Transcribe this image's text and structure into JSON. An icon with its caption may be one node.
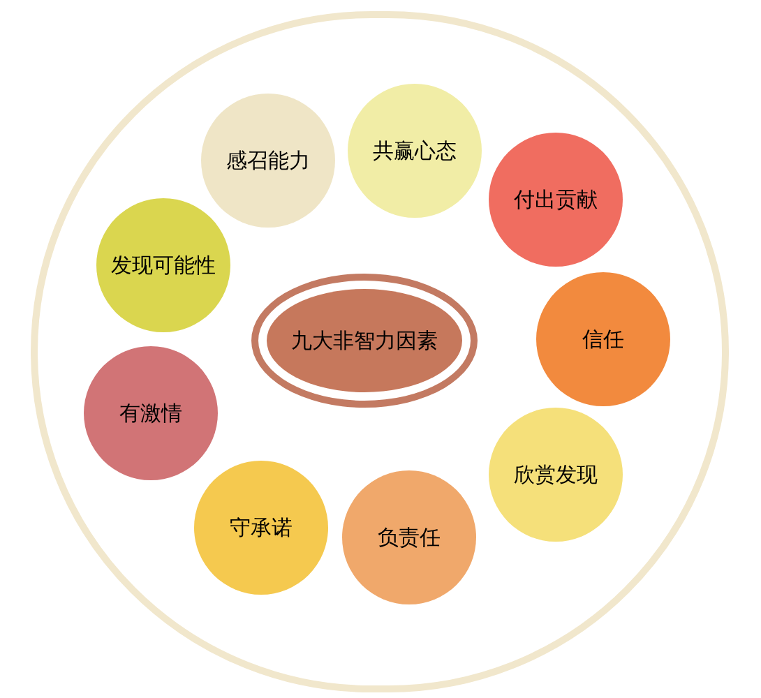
{
  "diagram": {
    "nodes": [
      {
        "text": [
          "九大非智力因素"
        ]
      },
      {
        "text": [
          "感召能力"
        ]
      },
      {
        "text": [
          "共赢心态"
        ]
      },
      {
        "text": [
          "付出贡献"
        ]
      },
      {
        "text": [
          "信任"
        ]
      },
      {
        "text": [
          "欣赏发现"
        ]
      },
      {
        "text": [
          "负责任"
        ]
      },
      {
        "text": [
          "守承诺"
        ]
      },
      {
        "text": [
          "有激情"
        ]
      },
      {
        "text": [
          "发现可能性"
        ]
      }
    ]
  }
}
